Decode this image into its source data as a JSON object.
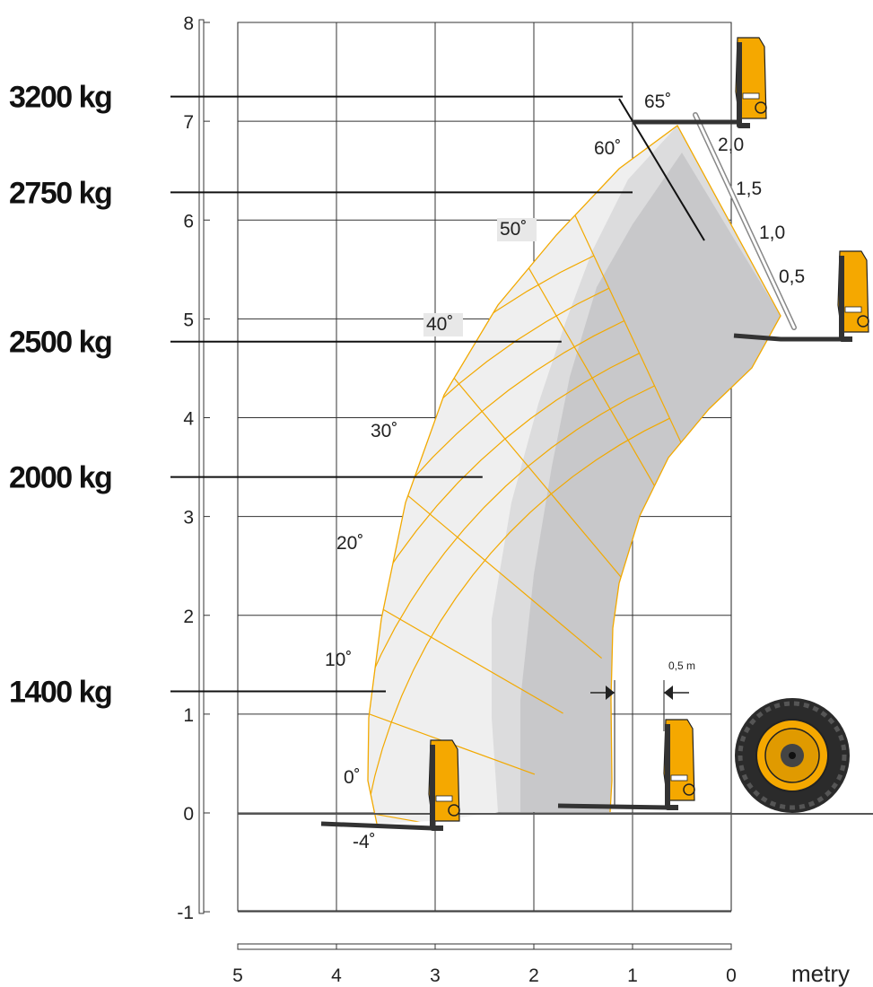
{
  "chart_data": {
    "type": "load_chart",
    "xlabel": "metry",
    "x_ticks": [
      "5",
      "4",
      "3",
      "2",
      "1",
      "0"
    ],
    "y_ticks": [
      "8",
      "7",
      "6",
      "5",
      "4",
      "3",
      "2",
      "1",
      "0",
      "-1"
    ],
    "xlim": [
      5,
      0
    ],
    "ylim": [
      -1,
      8
    ],
    "load_zones": [
      {
        "label": "3200 kg",
        "height": 7.25,
        "reach": 1.1
      },
      {
        "label": "2750 kg",
        "height": 6.28,
        "reach": 1.0
      },
      {
        "label": "2500 kg",
        "height": 4.77,
        "reach": 1.72
      },
      {
        "label": "2000 kg",
        "height": 3.4,
        "reach": 2.52
      },
      {
        "label": "1400 kg",
        "height": 1.23,
        "reach": 3.5
      }
    ],
    "boom_angles": [
      {
        "label": "65˚",
        "angle": 65
      },
      {
        "label": "60˚",
        "angle": 60
      },
      {
        "label": "50˚",
        "angle": 50
      },
      {
        "label": "40˚",
        "angle": 40
      },
      {
        "label": "30˚",
        "angle": 30
      },
      {
        "label": "20˚",
        "angle": 20
      },
      {
        "label": "10˚",
        "angle": 10
      },
      {
        "label": "0˚",
        "angle": 0
      },
      {
        "label": "-4˚",
        "angle": -4
      }
    ],
    "extension_scale": [
      "2,0",
      "1,5",
      "1,0",
      "0,5"
    ],
    "dimension_label": "0,5 m",
    "colors": {
      "grid_line": "#f2a900",
      "zone_light": "#efefef",
      "zone_mid": "#dcdcdd",
      "zone_dark": "#c8c8ca",
      "attachment": "#f5a800"
    }
  }
}
